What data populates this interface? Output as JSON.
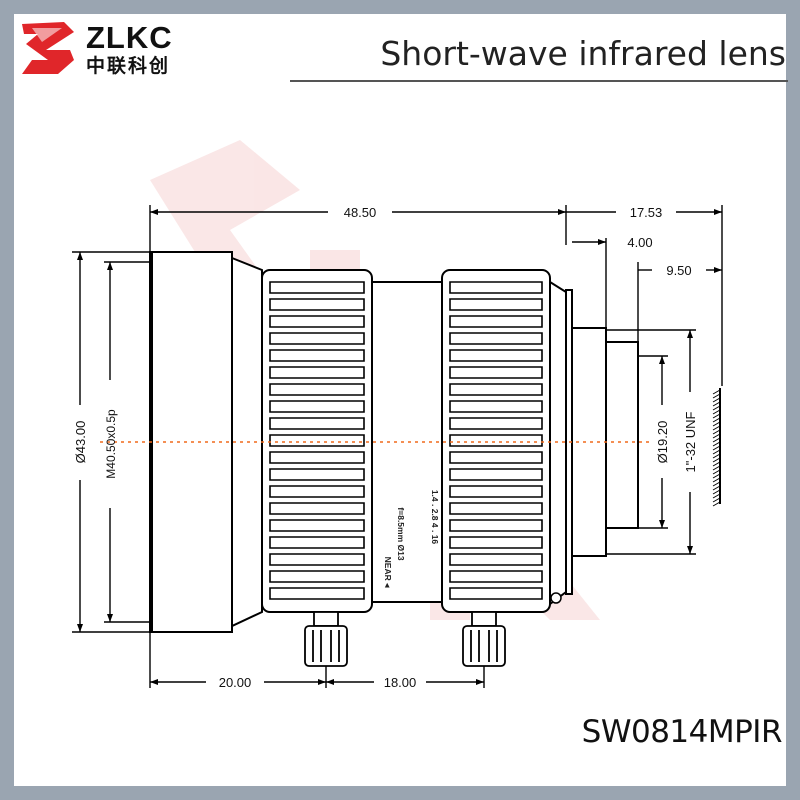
{
  "brand": {
    "name": "ZLKC",
    "subtitle": "中联科创",
    "accent_color": "#e0262a"
  },
  "title": "Short-wave infrared lens",
  "model": "SW0814MPIR",
  "dimensions": {
    "overall_length": "48.50",
    "mount_length": "17.53",
    "flange_step": "4.00",
    "thread_depth": "9.50",
    "front_diameter": "Ø43.00",
    "filter_thread": "M40.50x0.5p",
    "mount_diameter": "Ø19.20",
    "mount_thread": "1\"-32 UNF",
    "front_to_screw": "20.00",
    "screw_spacing": "18.00"
  },
  "lens_markings": {
    "aperture_scale": "1.4 . 2.8 4 . 16",
    "focal_note": "f=8.5mm Ø13",
    "focus_label": "NEAR ◂"
  },
  "colors": {
    "frame": "#9aa5b1",
    "axis_line": "#f06a1c",
    "watermark": "#f5c9c9"
  }
}
